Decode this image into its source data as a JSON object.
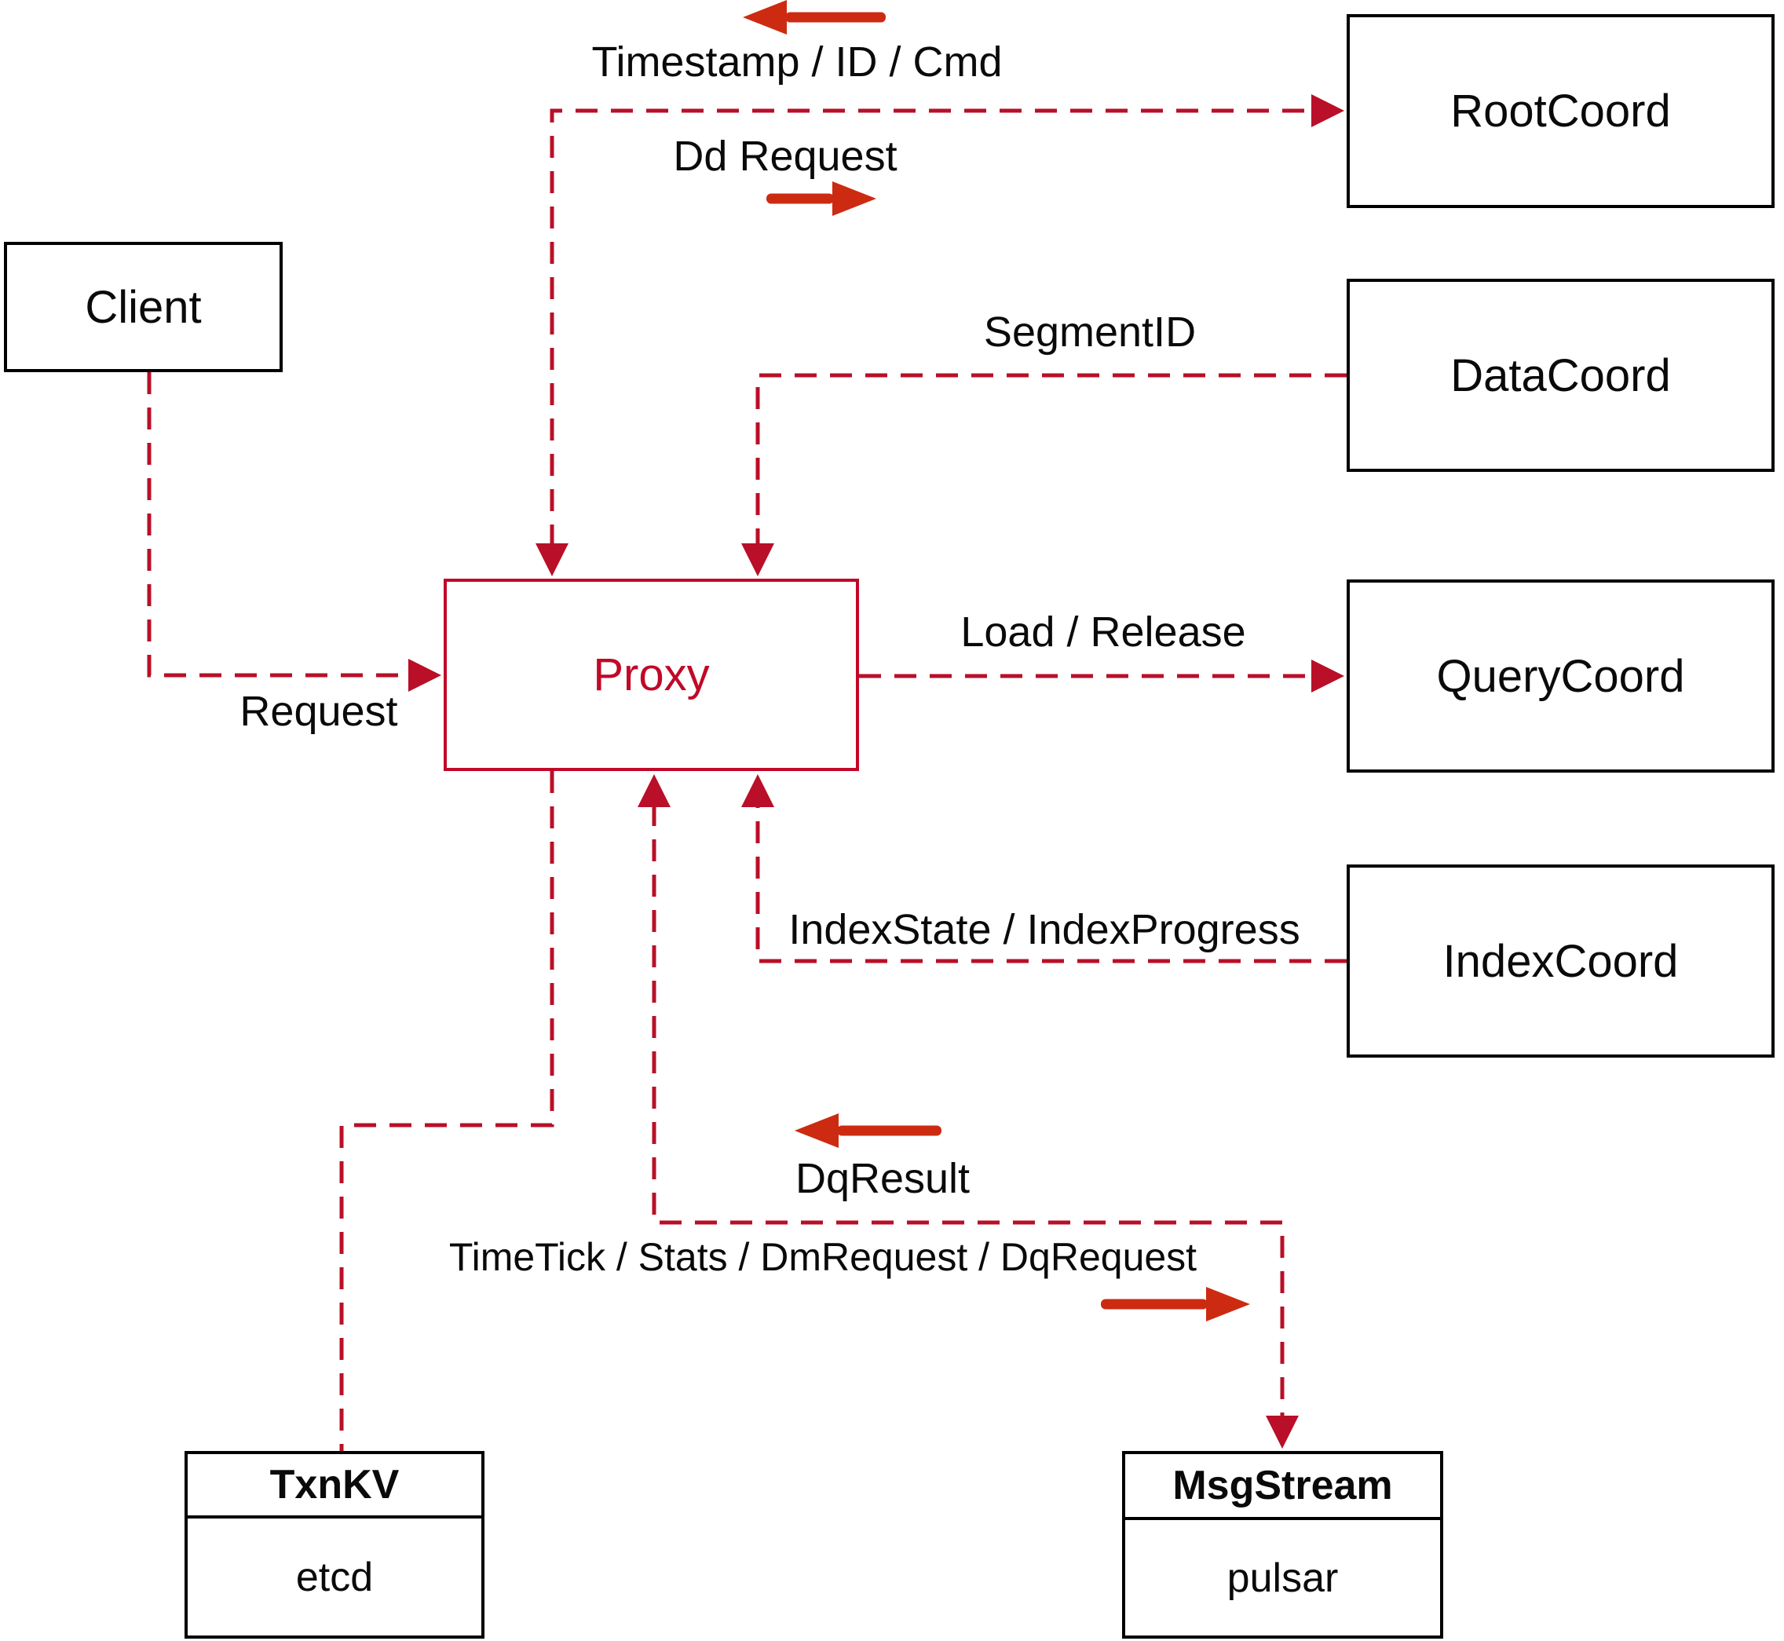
{
  "diagram": {
    "nodes": {
      "client": {
        "label": "Client"
      },
      "proxy": {
        "label": "Proxy"
      },
      "rootcoord": {
        "label": "RootCoord"
      },
      "datacoord": {
        "label": "DataCoord"
      },
      "querycoord": {
        "label": "QueryCoord"
      },
      "indexcoord": {
        "label": "IndexCoord"
      },
      "txnkv": {
        "title": "TxnKV",
        "subtitle": "etcd"
      },
      "msgstream": {
        "title": "MsgStream",
        "subtitle": "pulsar"
      }
    },
    "edge_labels": {
      "timestamp": "Timestamp / ID / Cmd",
      "dd_request": "Dd Request",
      "segment_id": "SegmentID",
      "load_release": "Load / Release",
      "index_state": "IndexState / IndexProgress",
      "request": "Request",
      "dq_result": "DqResult",
      "timetick": "TimeTick / Stats / DmRequest / DqRequest"
    },
    "colors": {
      "dashed_line": "#b90f28",
      "solid_arrow": "#cc2b12",
      "proxy_accent": "#c10828",
      "box_border": "#000000",
      "text": "#0a0a0a",
      "background": "#ffffff"
    }
  }
}
